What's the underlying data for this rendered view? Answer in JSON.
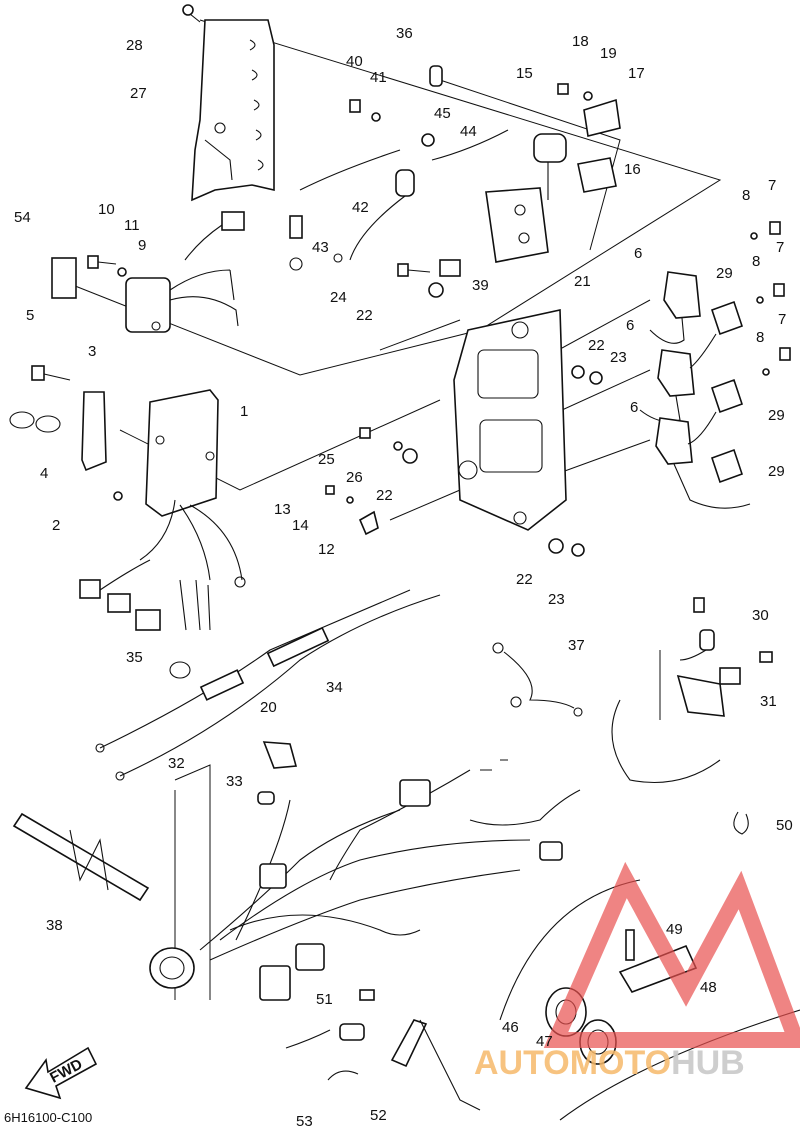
{
  "diagram_code": "6H16100-C100",
  "fwd_label": "FWD",
  "watermark": {
    "part1": "AUTOMOTO",
    "part2": "HUB",
    "accent": "#e8504e"
  },
  "part_numbers": [
    "1",
    "2",
    "3",
    "4",
    "5",
    "6",
    "7",
    "8",
    "9",
    "10",
    "11",
    "12",
    "13",
    "14",
    "15",
    "16",
    "17",
    "18",
    "19",
    "20",
    "21",
    "22",
    "23",
    "24",
    "25",
    "26",
    "27",
    "28",
    "29",
    "30",
    "31",
    "32",
    "33",
    "34",
    "35",
    "36",
    "37",
    "38",
    "39",
    "40",
    "41",
    "42",
    "43",
    "44",
    "45",
    "46",
    "47",
    "48",
    "49",
    "50",
    "51",
    "52",
    "53",
    "54"
  ],
  "colors": {
    "line": "#111111",
    "background": "#ffffff"
  }
}
